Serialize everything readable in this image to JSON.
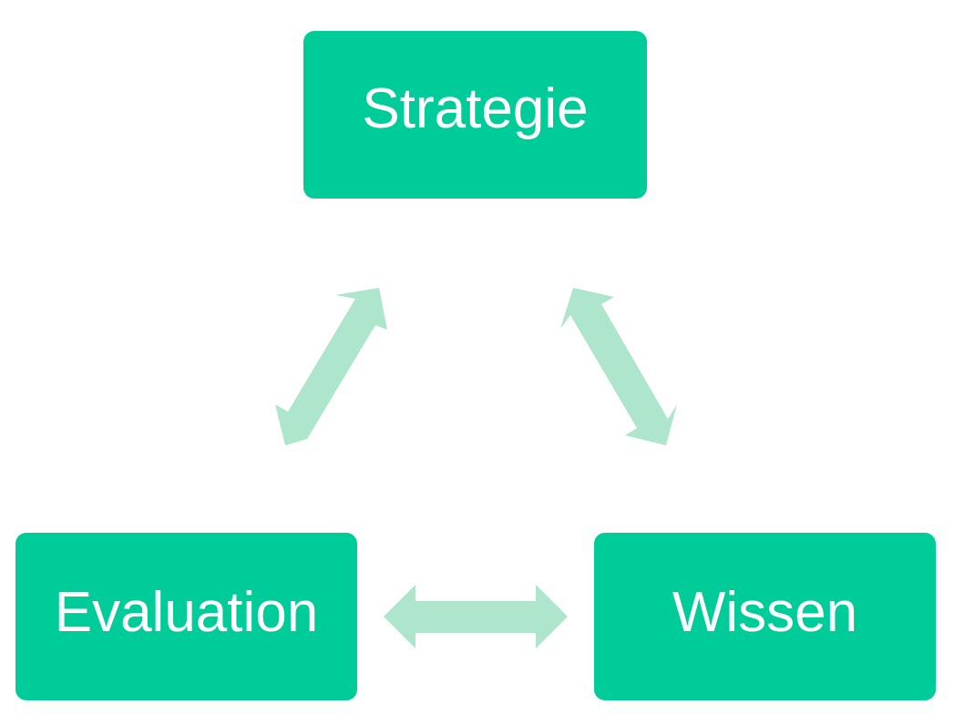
{
  "nodes": {
    "top": {
      "label": "Strategie"
    },
    "left": {
      "label": "Evaluation"
    },
    "right": {
      "label": "Wissen"
    }
  },
  "colors": {
    "node_fill": "#00cc99",
    "arrow_fill": "#ade5cd",
    "text": "#ffffff"
  },
  "edges": [
    {
      "from": "top",
      "to": "left",
      "type": "bidirectional"
    },
    {
      "from": "top",
      "to": "right",
      "type": "bidirectional"
    },
    {
      "from": "left",
      "to": "right",
      "type": "bidirectional"
    }
  ]
}
